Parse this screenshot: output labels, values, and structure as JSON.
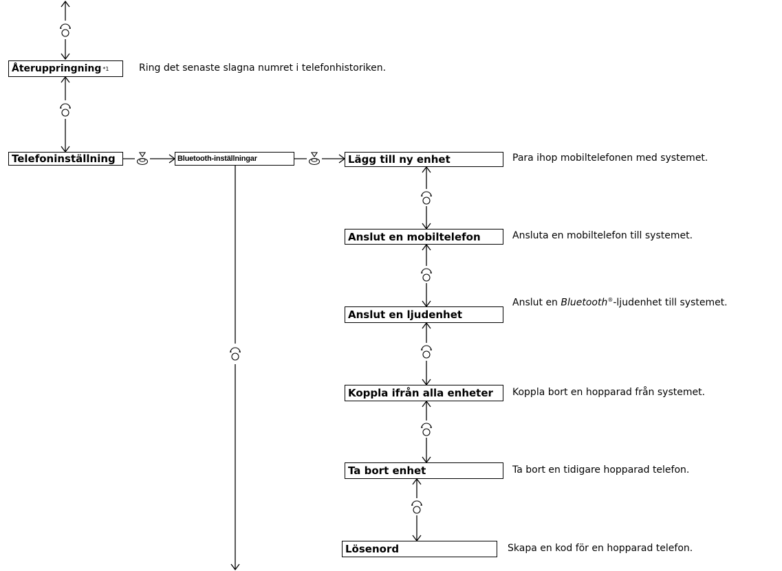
{
  "menu": {
    "redial": {
      "label": "Återuppringning",
      "footnote": "*1",
      "desc": "Ring det senaste slagna numret i telefonhistoriken."
    },
    "phone_setting": {
      "label": "Telefoninställning"
    },
    "bt_settings": {
      "label": "Bluetooth-inställningar"
    },
    "add_device": {
      "label": "Lägg till ny enhet",
      "desc": "Para ihop mobiltelefonen med systemet."
    },
    "connect_phone": {
      "label": "Anslut en mobiltelefon",
      "desc": "Ansluta en mobiltelefon till systemet."
    },
    "connect_audio": {
      "label": "Anslut en ljudenhet",
      "desc_pre": "Anslut en ",
      "desc_brand": "Bluetooth",
      "desc_reg": "®",
      "desc_post": "-ljudenhet till systemet."
    },
    "disconnect_all": {
      "label": "Koppla ifrån alla enheter",
      "desc": "Koppla bort en hopparad från systemet."
    },
    "remove_device": {
      "label": "Ta bort enhet",
      "desc": "Ta bort en tidigare hopparad telefon."
    },
    "passcode": {
      "label": "Lösenord",
      "desc": "Skapa en kod för en hopparad telefon."
    }
  },
  "icons": {
    "rotate": "interface-dial-rotate-icon",
    "press": "interface-dial-press-icon"
  }
}
